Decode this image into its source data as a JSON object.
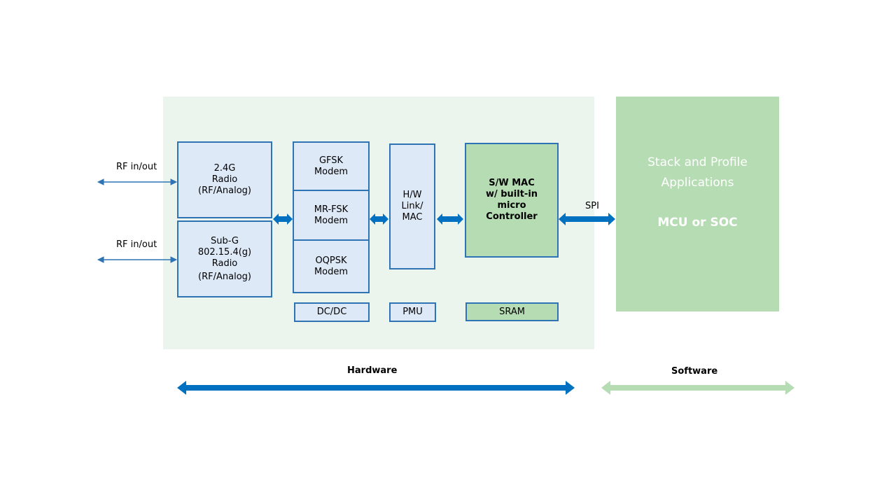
{
  "diagram": {
    "rf_in_out_top": "RF in/out",
    "rf_in_out_bottom": "RF in/out",
    "radio_24g": [
      "2.4G",
      "Radio",
      "(RF/Analog)"
    ],
    "radio_subg": [
      "Sub-G",
      "802.15.4(g)",
      "Radio",
      "(RF/Analog)"
    ],
    "modem_gfsk": [
      "GFSK",
      "Modem"
    ],
    "modem_mrfsk": [
      "MR-FSK",
      "Modem"
    ],
    "modem_oqpsk": [
      "OQPSK",
      "Modem"
    ],
    "hw_link_mac": [
      "H/W",
      "Link/",
      "MAC"
    ],
    "sw_mac": [
      "S/W MAC",
      "w/ built-in",
      "micro",
      "Controller"
    ],
    "dcdc": "DC/DC",
    "pmu": "PMU",
    "sram": "SRAM",
    "spi": "SPI",
    "stack_line1": "Stack and Profile",
    "stack_line2": "Applications",
    "mcu_soc": "MCU or SOC",
    "hardware_label": "Hardware",
    "software_label": "Software"
  },
  "colors": {
    "hw_panel": "#ecf4ee",
    "sw_panel": "#b5dcb2",
    "block_fill": "#dee9f8",
    "block_border": "#2e74b5",
    "arrow_blue": "#0070c0",
    "arrow_green": "#b5dcb2"
  }
}
